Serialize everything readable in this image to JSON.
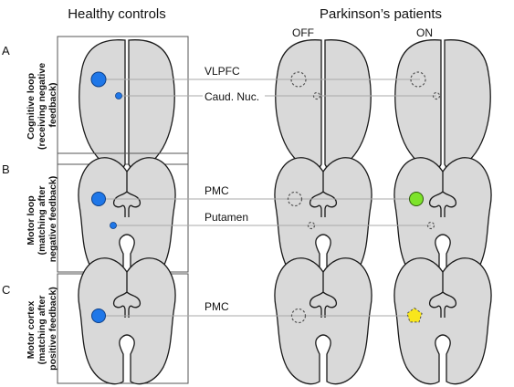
{
  "headers": {
    "healthy": "Healthy controls",
    "parkinson": "Parkinson’s patients",
    "off": "OFF",
    "on": "ON"
  },
  "rows": [
    {
      "letter": "A",
      "side_line1": "Cognitive loop",
      "side_line2": "(receiving negative",
      "side_line3": "feedback)",
      "region1": "VLPFC",
      "region2": "Caud. Nuc."
    },
    {
      "letter": "B",
      "side_line1": "Motor loop",
      "side_line2": "(matching after",
      "side_line3": "negative feedback)",
      "region1": "PMC",
      "region2": "Putamen"
    },
    {
      "letter": "C",
      "side_line1": "Motor cortex",
      "side_line2": "(matching after",
      "side_line3": "positive feedback)",
      "region1": "PMC"
    }
  ],
  "colors": {
    "active_blue": "#1f77e8",
    "on_green": "#7de32a",
    "on_yellow": "#f8e61c",
    "brain_fill": "#d9d9d9"
  }
}
